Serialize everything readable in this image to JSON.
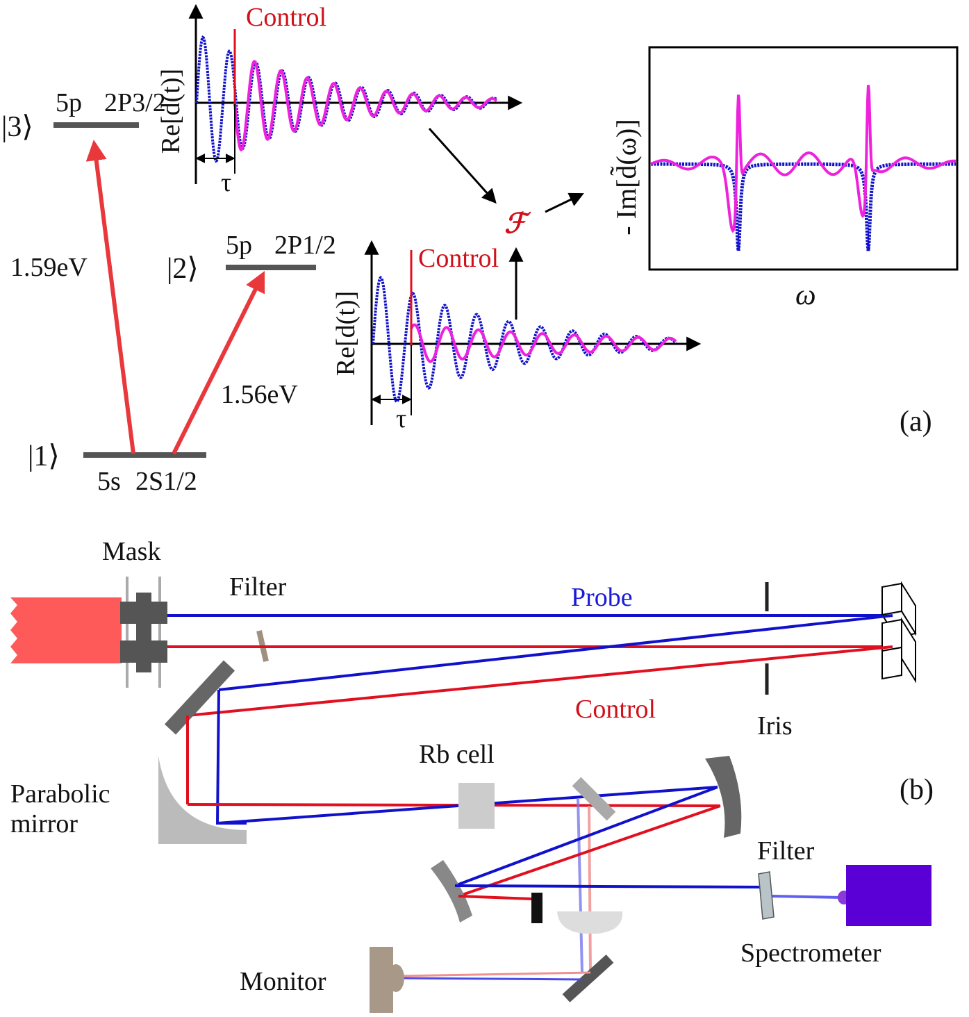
{
  "colors": {
    "probe": "#1111cc",
    "control": "#e01020",
    "magenta": "#ee22dd",
    "level": "#555555",
    "spectrometer": "#5a00d6",
    "arrow_red": "#e8383c"
  },
  "panel_a": {
    "panel_label": "(a)",
    "levels": [
      {
        "ket": "|1⟩",
        "config": "5s",
        "term": "2S1/2"
      },
      {
        "ket": "|2⟩",
        "config": "5p",
        "term": "2P1/2"
      },
      {
        "ket": "|3⟩",
        "config": "5p",
        "term": "2P3/2"
      }
    ],
    "transitions": [
      {
        "energy": "1.59eV"
      },
      {
        "energy": "1.56eV"
      }
    ],
    "plot_top": {
      "ylabel": "Re[d(t)]",
      "tau": "τ",
      "control": "Control"
    },
    "plot_bottom": {
      "ylabel": "Re[d(t)]",
      "tau": "τ",
      "control": "Control"
    },
    "fourier_symbol": "ℱ",
    "spectrum": {
      "ylabel": "- Im[d̃(ω)]",
      "xlabel": "ω"
    }
  },
  "panel_b": {
    "panel_label": "(b)",
    "labels": {
      "mask": "Mask",
      "filter1": "Filter",
      "probe": "Probe",
      "control": "Control",
      "iris": "Iris",
      "rb_cell": "Rb cell",
      "parabolic_line1": "Parabolic",
      "parabolic_line2": "mirror",
      "filter2": "Filter",
      "spectrometer": "Spectrometer",
      "monitor": "Monitor"
    }
  }
}
